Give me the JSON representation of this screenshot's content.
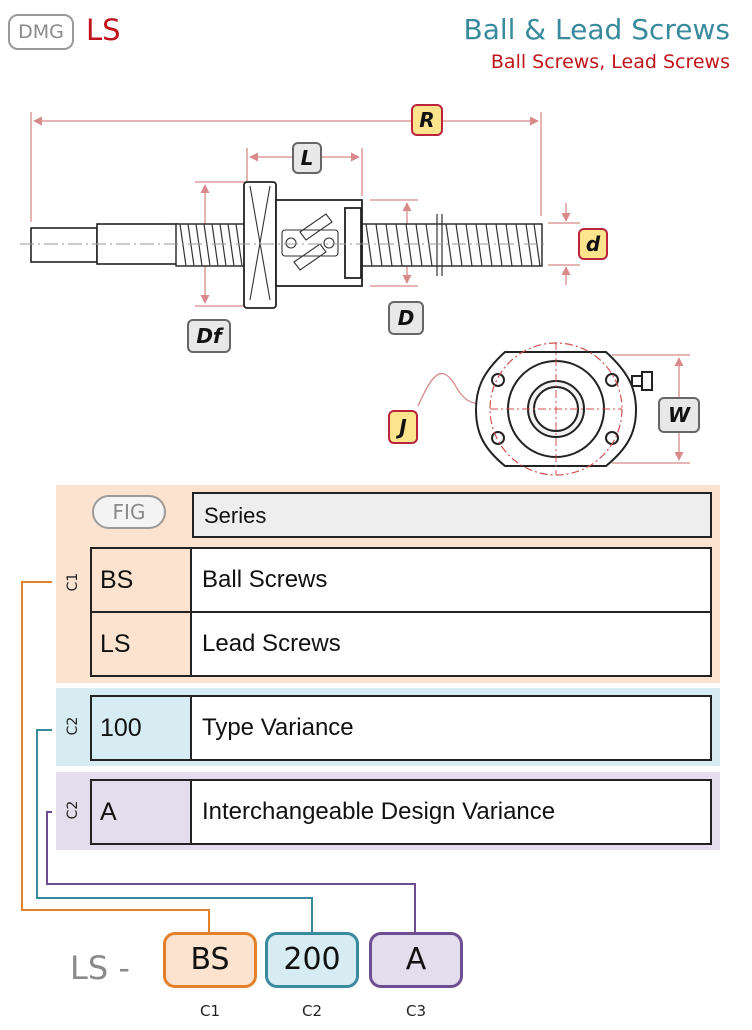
{
  "header": {
    "brand": "DMG",
    "code": "LS",
    "title": "Ball & Lead Screws",
    "subtitle": "Ball Screws, Lead Screws"
  },
  "drawing": {
    "dimensions": {
      "R": "R",
      "L": "L",
      "d": "d",
      "D": "D",
      "Df": "Df",
      "J": "J",
      "W": "W"
    }
  },
  "table": {
    "fig_label": "FIG",
    "series_header": "Series",
    "groups": [
      {
        "label": "C1",
        "rows": [
          {
            "code": "BS",
            "description": "Ball Screws"
          },
          {
            "code": "LS",
            "description": "Lead Screws"
          }
        ]
      },
      {
        "label": "C2",
        "rows": [
          {
            "code": "100",
            "description": "Type Variance"
          }
        ]
      },
      {
        "label": "C2",
        "rows": [
          {
            "code": "A",
            "description": "Interchangeable Design Variance"
          }
        ]
      }
    ]
  },
  "part_number": {
    "prefix": "LS -",
    "boxes": [
      {
        "value": "BS",
        "label": "C1"
      },
      {
        "value": "200",
        "label": "C2"
      },
      {
        "value": "A",
        "label": "C3"
      }
    ]
  },
  "colors": {
    "accent_red": "#c0141c",
    "accent_teal": "#3a8a9e",
    "c1_orange": "#e2802c",
    "c2_teal": "#3a8a9e",
    "c3_purple": "#6c4f92",
    "dim_line": "#d88a8a"
  }
}
